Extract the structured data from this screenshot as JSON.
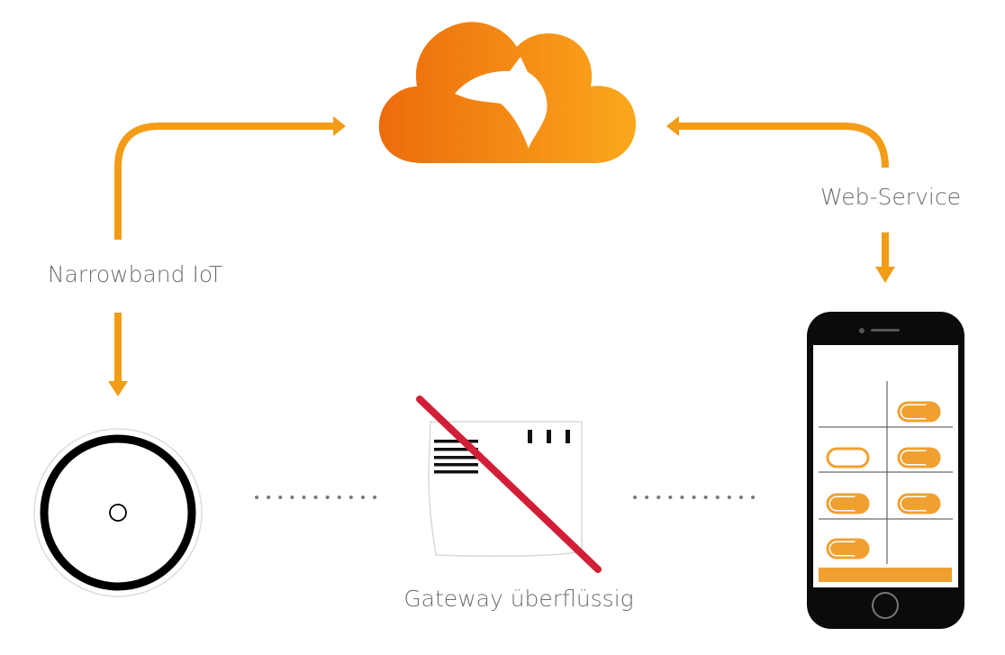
{
  "labels": {
    "left_connection": "Narrowband IoT",
    "right_connection": "Web-Service",
    "gateway": "Gateway überflüssig"
  },
  "icons": {
    "cloud": "cloud-fox-logo-icon",
    "sensor": "round-sensor-device-icon",
    "gateway": "gateway-box-icon",
    "gateway_strike": "strikethrough-line-icon",
    "phone": "smartphone-icon"
  },
  "colors": {
    "arrow_orange": "#f39c17",
    "cloud_light": "#f9a21a",
    "cloud_dark": "#ec6b0c",
    "strike_red": "#d21f37",
    "dots_grey": "#7a7a7a",
    "phone_black": "#0b0b0b",
    "toggle_orange": "#f0a030"
  },
  "phone_screen": {
    "toggles": [
      {
        "row": 1,
        "col": 2,
        "on": true
      },
      {
        "row": 2,
        "col": 1,
        "on": false
      },
      {
        "row": 2,
        "col": 2,
        "on": true
      },
      {
        "row": 3,
        "col": 1,
        "on": true
      },
      {
        "row": 3,
        "col": 2,
        "on": true
      },
      {
        "row": 4,
        "col": 1,
        "on": true
      }
    ]
  }
}
